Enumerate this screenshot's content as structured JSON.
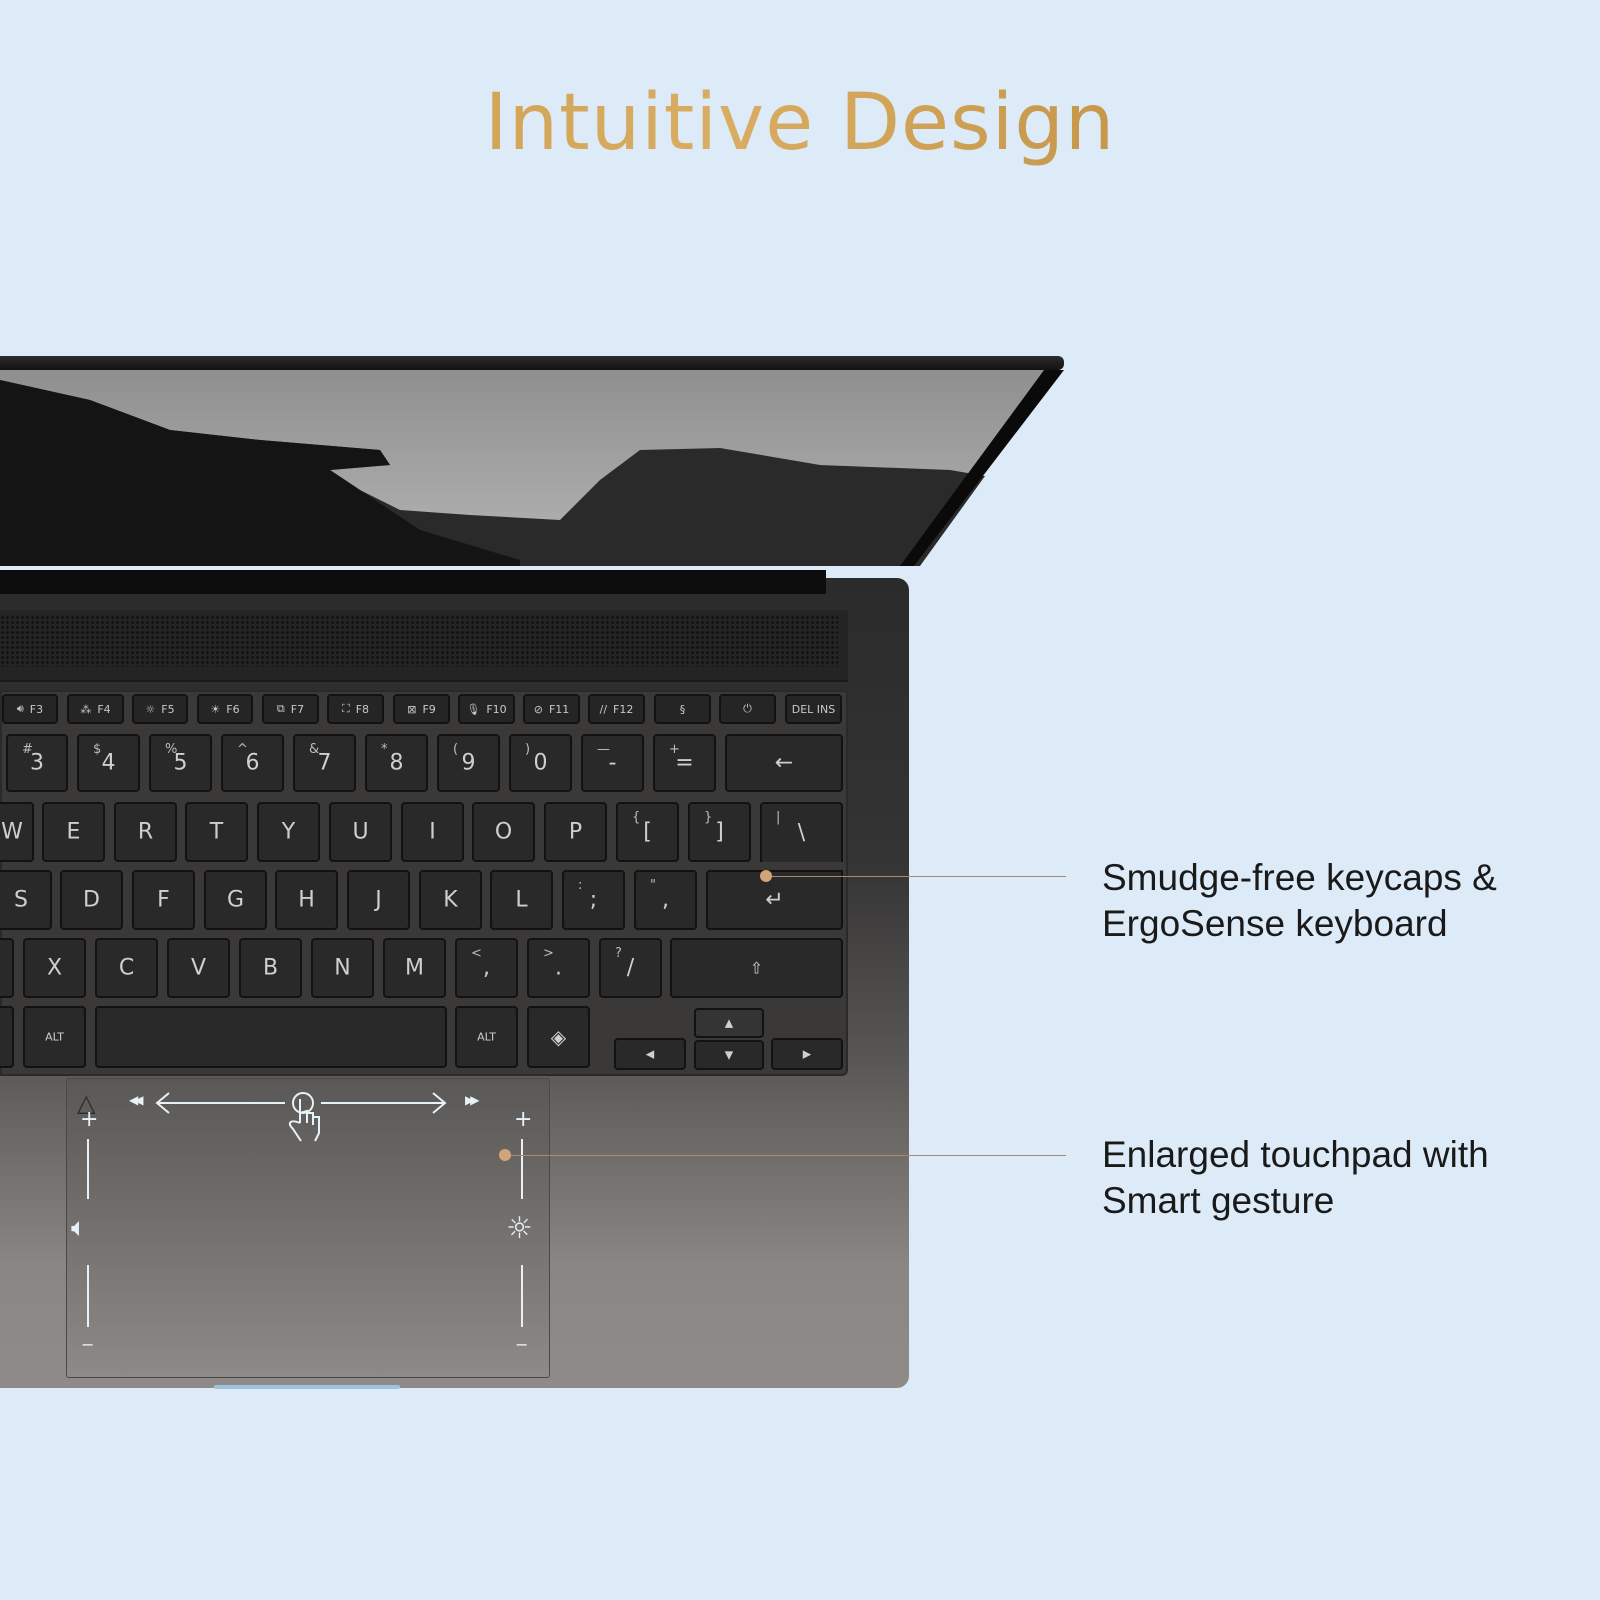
{
  "title": "Intuitive Design",
  "colors": {
    "background": "#ddeaf7",
    "title_gold": "#c4943f",
    "callout_line": "#a58b6f",
    "callout_dot": "#d0a57a",
    "touchpad_icons": "#e6f2f7"
  },
  "keyboard": {
    "function_row": [
      {
        "icon": "volume-up-icon",
        "label": "F3"
      },
      {
        "icon": "keyboard-backlight-icon",
        "label": "F4"
      },
      {
        "icon": "brightness-down-icon",
        "label": "F5"
      },
      {
        "icon": "brightness-up-icon",
        "label": "F6"
      },
      {
        "icon": "display-switch-icon",
        "label": "F7"
      },
      {
        "icon": "screenshot-icon",
        "label": "F8"
      },
      {
        "icon": "touchpad-lock-icon",
        "label": "F9"
      },
      {
        "icon": "mic-mute-icon",
        "label": "F10"
      },
      {
        "icon": "camera-off-icon",
        "label": "F11"
      },
      {
        "icon": "myasus-icon",
        "label": "F12"
      },
      {
        "icon": "hotkey-icon",
        "label": ""
      },
      {
        "icon": "power-icon",
        "label": ""
      },
      {
        "icon": "",
        "label": "DEL  INS"
      }
    ],
    "number_row": [
      {
        "main": "3",
        "sub": "#"
      },
      {
        "main": "4",
        "sub": "$"
      },
      {
        "main": "5",
        "sub": "%"
      },
      {
        "main": "6",
        "sub": "^"
      },
      {
        "main": "7",
        "sub": "&"
      },
      {
        "main": "8",
        "sub": "*"
      },
      {
        "main": "9",
        "sub": "("
      },
      {
        "main": "0",
        "sub": ")"
      },
      {
        "main": "-",
        "sub": "—"
      },
      {
        "main": "=",
        "sub": "+"
      },
      {
        "main": "←",
        "sub": ""
      }
    ],
    "top_row": [
      {
        "main": "W",
        "sub": ""
      },
      {
        "main": "E",
        "sub": ""
      },
      {
        "main": "R",
        "sub": ""
      },
      {
        "main": "T",
        "sub": ""
      },
      {
        "main": "Y",
        "sub": ""
      },
      {
        "main": "U",
        "sub": ""
      },
      {
        "main": "I",
        "sub": ""
      },
      {
        "main": "O",
        "sub": ""
      },
      {
        "main": "P",
        "sub": ""
      },
      {
        "main": "[",
        "sub": "{"
      },
      {
        "main": "]",
        "sub": "}"
      },
      {
        "main": "\\",
        "sub": "|"
      }
    ],
    "home_row": [
      {
        "main": "S",
        "sub": ""
      },
      {
        "main": "D",
        "sub": ""
      },
      {
        "main": "F",
        "sub": ""
      },
      {
        "main": "G",
        "sub": ""
      },
      {
        "main": "H",
        "sub": ""
      },
      {
        "main": "J",
        "sub": ""
      },
      {
        "main": "K",
        "sub": ""
      },
      {
        "main": "L",
        "sub": ""
      },
      {
        "main": ";",
        "sub": ":"
      },
      {
        "main": ",",
        "sub": "\""
      },
      {
        "main": "↵",
        "sub": ""
      }
    ],
    "bottom_row": [
      {
        "main": "X",
        "sub": ""
      },
      {
        "main": "C",
        "sub": ""
      },
      {
        "main": "V",
        "sub": ""
      },
      {
        "main": "B",
        "sub": ""
      },
      {
        "main": "N",
        "sub": ""
      },
      {
        "main": "M",
        "sub": ""
      },
      {
        "main": ",",
        "sub": "<"
      },
      {
        "main": ".",
        "sub": ">"
      },
      {
        "main": "/",
        "sub": "?"
      },
      {
        "main": "⇧",
        "sub": ""
      }
    ],
    "space_row": {
      "left_alt": "ALT",
      "right_alt": "ALT",
      "copilot": "copilot-icon",
      "arrows": {
        "up": "▲",
        "down": "▼",
        "left": "◀",
        "right": "▶"
      }
    }
  },
  "touchpad": {
    "rewind": "◀◀",
    "fast_forward": "▶▶",
    "left_arrow": "←",
    "right_arrow": "→",
    "plus": "+",
    "minus": "−",
    "left_control": "volume-icon",
    "right_control": "brightness-icon"
  },
  "callouts": [
    {
      "line1": "Smudge-free keycaps &",
      "line2": "ErgoSense keyboard"
    },
    {
      "line1": "Enlarged touchpad with",
      "line2": "Smart gesture"
    }
  ]
}
